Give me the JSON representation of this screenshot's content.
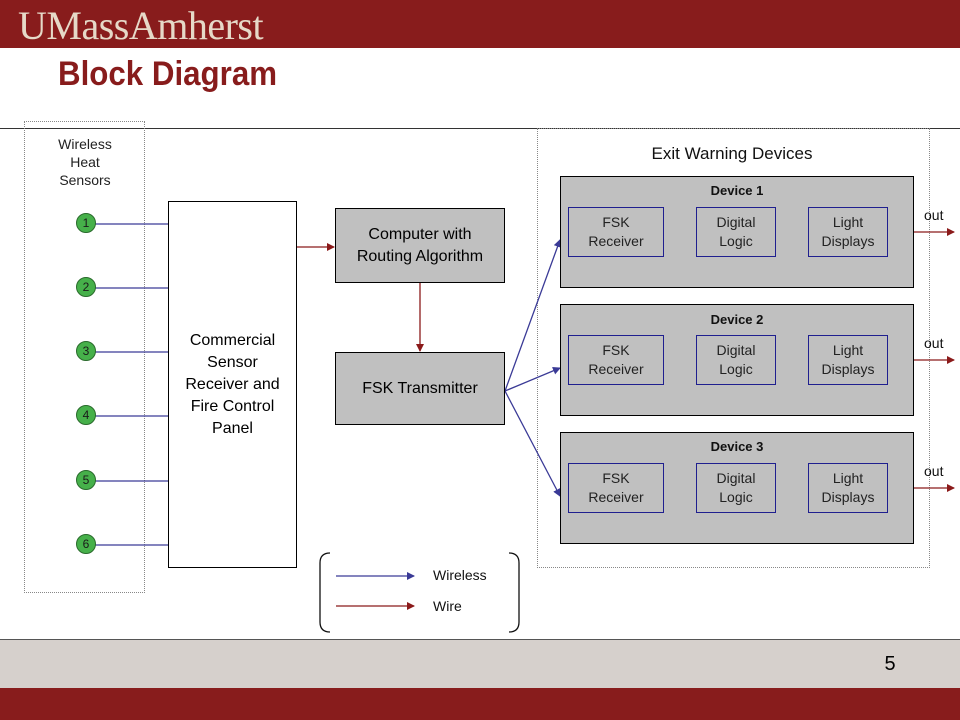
{
  "header": {
    "logo_text": "UMassAmherst",
    "title": "Block Diagram"
  },
  "footer": {
    "page_number": "5"
  },
  "sensors": {
    "group_label": "Wireless\nHeat\nSensors",
    "nodes": [
      "1",
      "2",
      "3",
      "4",
      "5",
      "6"
    ]
  },
  "panel": {
    "label": "Commercial\nSensor\nReceiver and\nFire Control\nPanel"
  },
  "computer": {
    "label": "Computer with\nRouting Algorithm"
  },
  "transmitter": {
    "label": "FSK Transmitter"
  },
  "exit_devices": {
    "group_label": "Exit Warning Devices",
    "devices": [
      {
        "title": "Device 1",
        "receiver": "FSK\nReceiver",
        "logic": "Digital\nLogic",
        "displays": "Light\nDisplays",
        "output": "out"
      },
      {
        "title": "Device 2",
        "receiver": "FSK\nReceiver",
        "logic": "Digital\nLogic",
        "displays": "Light\nDisplays",
        "output": "out"
      },
      {
        "title": "Device 3",
        "receiver": "FSK\nReceiver",
        "logic": "Digital\nLogic",
        "displays": "Light\nDisplays",
        "output": "out"
      }
    ]
  },
  "legend": {
    "wireless": "Wireless",
    "wire": "Wire"
  },
  "colors": {
    "brand": "#881c1c",
    "wireless": "#3a3a96",
    "wire": "#8b1a1a",
    "sensor_node": "#46b04a",
    "block_fill": "#c0c0c0"
  }
}
